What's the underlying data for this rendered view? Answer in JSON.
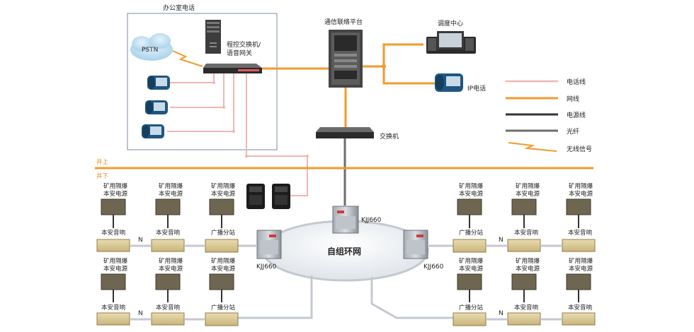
{
  "office": {
    "title": "办公室电话",
    "pstn": "PSTN",
    "switch_label_1": "程控交换机/",
    "switch_label_2": "语音网关"
  },
  "platform": {
    "title": "通信联络平台"
  },
  "dispatch": {
    "title": "调度中心"
  },
  "ip_phone": {
    "label": "IP电话"
  },
  "network_switch": {
    "label": "交换机"
  },
  "surface": {
    "above": "井上",
    "below": "井下"
  },
  "ring": {
    "label": "自组环网"
  },
  "kjj": {
    "top": "KJJ660",
    "left": "KJJ660",
    "right": "KJJ660"
  },
  "devices": {
    "power_line_1": "矿用隔爆",
    "power_line_2": "本安电源",
    "speaker": "本安音响",
    "station": "广播分站",
    "n_symbol": "N"
  },
  "legend": [
    {
      "label": "电话线",
      "color": "#f2b6b4"
    },
    {
      "label": "网线",
      "color": "#f39a2c"
    },
    {
      "label": "电源线",
      "color": "#333333"
    },
    {
      "label": "光纤",
      "color": "#6d6d6d"
    },
    {
      "label": "无线信号",
      "color": "#f39a2c"
    }
  ],
  "colors": {
    "phone_line": "#f2b6b4",
    "network_line": "#f39a2c",
    "power_line": "#333333",
    "fiber_line": "#6d6d6d",
    "ground_line": "#f39a2c",
    "office_box": "#7a8aa8"
  }
}
